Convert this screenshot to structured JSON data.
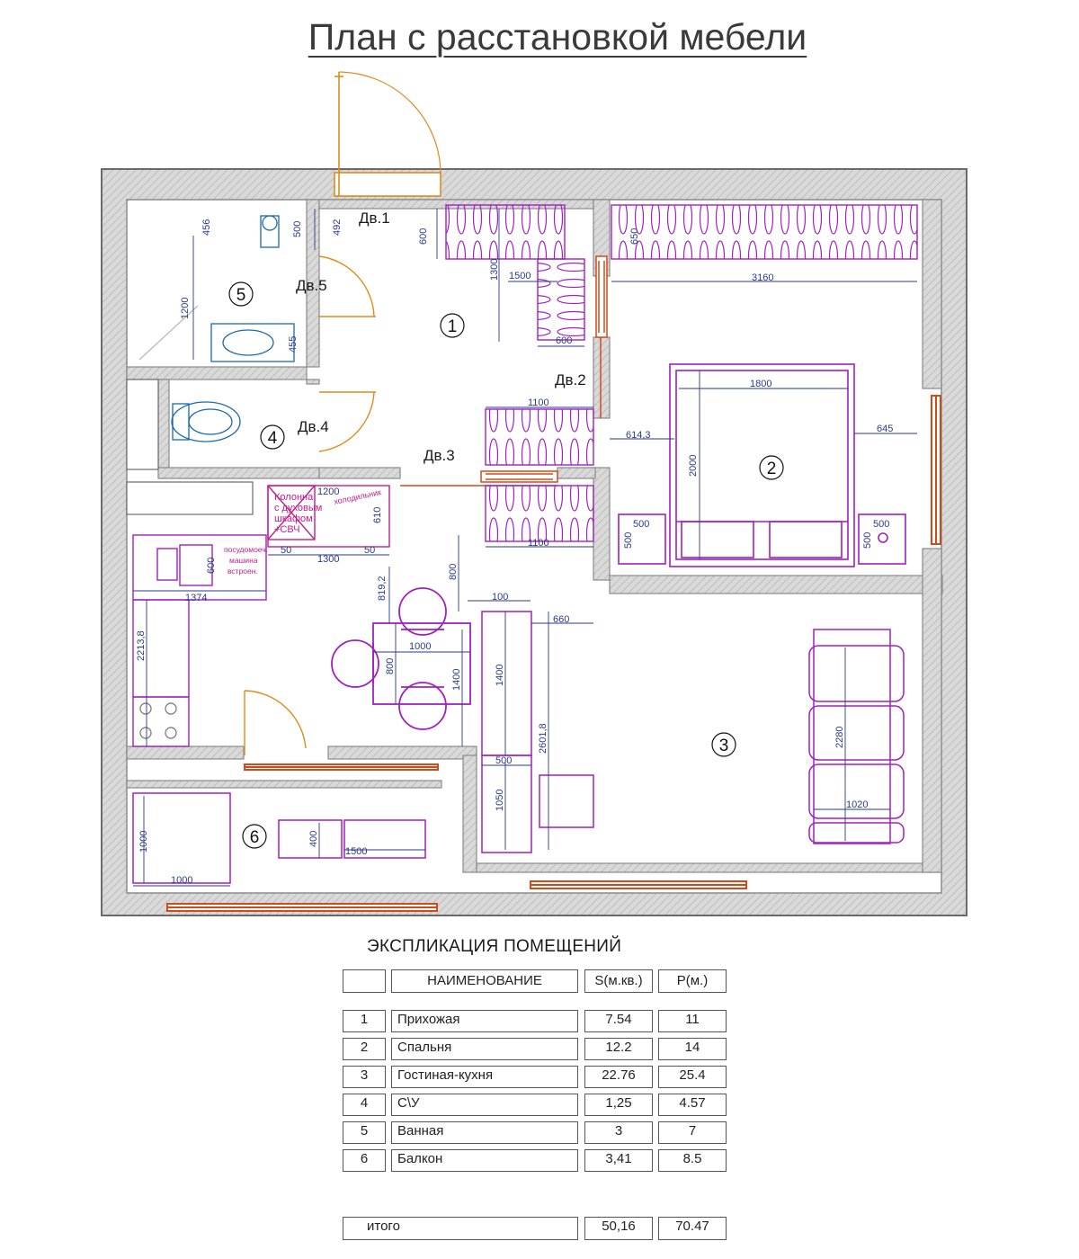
{
  "title": "План с расстановкой мебели",
  "doors": [
    "Дв.1",
    "Дв.2",
    "Дв.3",
    "Дв.4",
    "Дв.5"
  ],
  "rooms": [
    "1",
    "2",
    "3",
    "4",
    "5",
    "6"
  ],
  "annotations": {
    "column": [
      "Колонна",
      "с духовым",
      "шкафом",
      "+СВЧ"
    ],
    "fridge": "холодильник",
    "dishwasher": [
      "посудомоеч.",
      "машина",
      "встроен."
    ]
  },
  "dimensions": {
    "d456": "456",
    "d500a": "500",
    "d492": "492",
    "d600a": "600",
    "d1300a": "1300",
    "d1500a": "1500",
    "d600b": "600",
    "d650": "650",
    "d3160": "3160",
    "d1200a": "1200",
    "d455": "455",
    "d1100a": "1100",
    "d614": "614,3",
    "d1800": "1800",
    "d645": "645",
    "d2000": "2000",
    "d500b": "500",
    "d500c": "500",
    "d500d": "500",
    "d500e": "500",
    "d1200b": "1200",
    "d610": "610",
    "d50a": "50",
    "d50b": "50",
    "d1300b": "1300",
    "d1100b": "1100",
    "d600c": "600",
    "d1374": "1374",
    "d819": "819,2",
    "d800a": "800",
    "d100": "100",
    "d660": "660",
    "d2213": "2213,8",
    "d1000a": "1000",
    "d800b": "800",
    "d1400a": "1400",
    "d1400b": "1400",
    "d2601": "2601,8",
    "d500f": "500",
    "d1050": "1050",
    "d2280": "2280",
    "d1020": "1020",
    "d1000b": "1000",
    "d1000c": "1000",
    "d400": "400",
    "d1500b": "1500"
  },
  "explication": {
    "title": "ЭКСПЛИКАЦИЯ ПОМЕЩЕНИЙ",
    "headers": {
      "num": "",
      "name": "НАИМЕНОВАНИЕ",
      "area": "S(м.кв.)",
      "perimeter": "P(м.)"
    },
    "rows": [
      {
        "num": "1",
        "name": "Прихожая",
        "area": "7.54",
        "perimeter": "11"
      },
      {
        "num": "2",
        "name": "Спальня",
        "area": "12.2",
        "perimeter": "14"
      },
      {
        "num": "3",
        "name": "Гостиная-кухня",
        "area": "22.76",
        "perimeter": "25.4"
      },
      {
        "num": "4",
        "name": "С\\У",
        "area": "1,25",
        "perimeter": "4.57"
      },
      {
        "num": "5",
        "name": "Ванная",
        "area": "3",
        "perimeter": "7"
      },
      {
        "num": "6",
        "name": "Балкон",
        "area": "3,41",
        "perimeter": "8.5"
      }
    ],
    "total": {
      "name": "итого",
      "area": "50,16",
      "perimeter": "70.47"
    }
  },
  "colors": {
    "wall": "#8a8a8a",
    "furniture": "#a020c0",
    "dimension": "#2a3a8a",
    "door": "#e08a1a",
    "window": "#d14a1a",
    "annotation": "#c0208a"
  }
}
